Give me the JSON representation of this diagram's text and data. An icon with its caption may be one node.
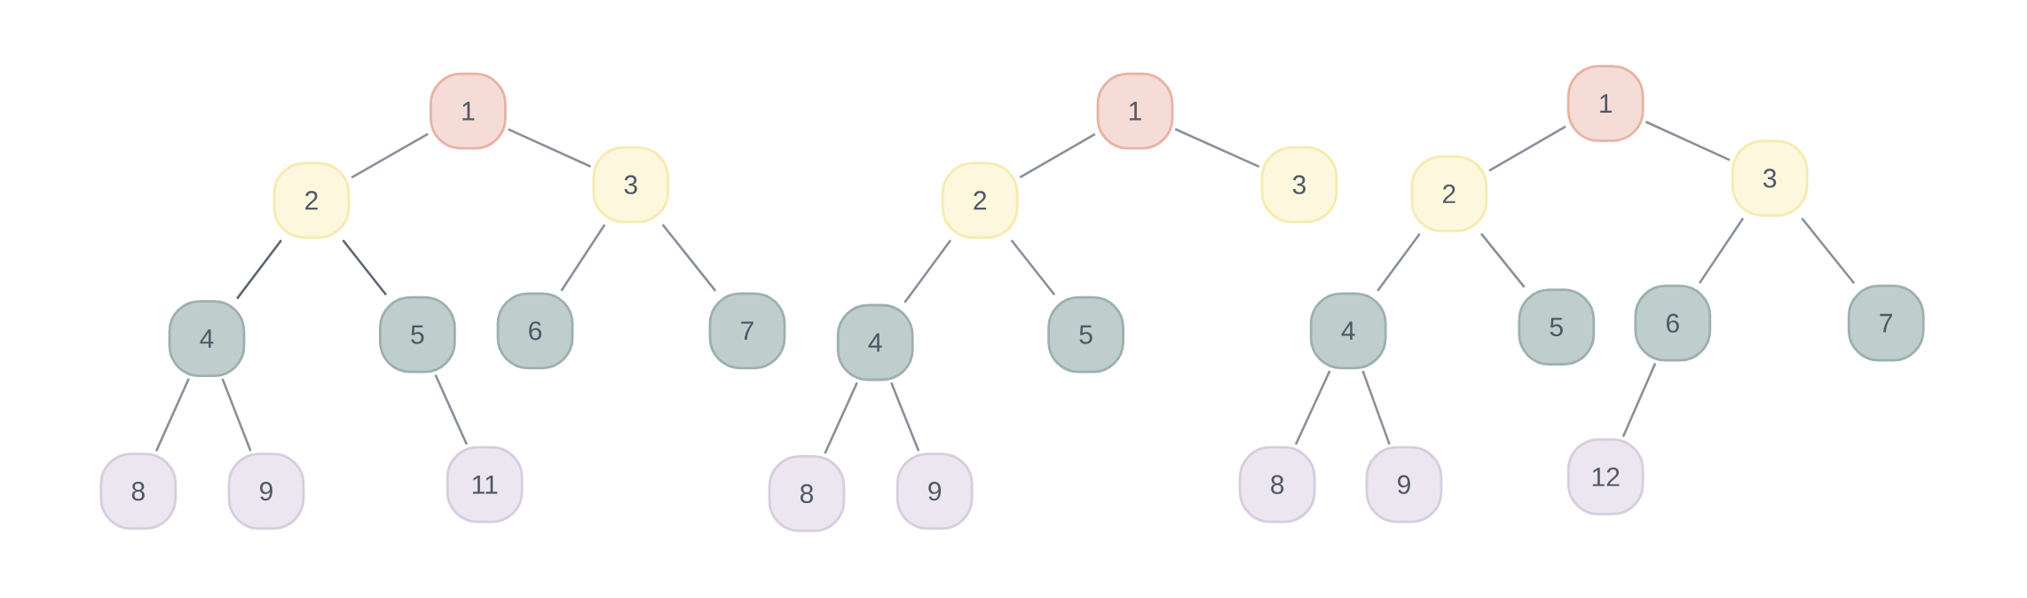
{
  "diagram": {
    "nodes": [
      {
        "text": [
          "1"
        ]
      },
      {
        "text": [
          "2"
        ]
      },
      {
        "text": [
          "3"
        ]
      },
      {
        "text": [
          "4"
        ]
      },
      {
        "text": [
          "5"
        ]
      },
      {
        "text": [
          "6"
        ]
      },
      {
        "text": [
          "7"
        ]
      },
      {
        "text": [
          "8"
        ]
      },
      {
        "text": [
          "9"
        ]
      },
      {
        "text": [
          "11"
        ]
      },
      {
        "text": [
          "1"
        ]
      },
      {
        "text": [
          "2"
        ]
      },
      {
        "text": [
          "3"
        ]
      },
      {
        "text": [
          "4"
        ]
      },
      {
        "text": [
          "5"
        ]
      },
      {
        "text": [
          "8"
        ]
      },
      {
        "text": [
          "9"
        ]
      },
      {
        "text": [
          "1"
        ]
      },
      {
        "text": [
          "2"
        ]
      },
      {
        "text": [
          "3"
        ]
      },
      {
        "text": [
          "4"
        ]
      },
      {
        "text": [
          "5"
        ]
      },
      {
        "text": [
          "6"
        ]
      },
      {
        "text": [
          "7"
        ]
      },
      {
        "text": [
          "8"
        ]
      },
      {
        "text": [
          "9"
        ]
      },
      {
        "text": [
          "12"
        ]
      }
    ],
    "edges": [
      {
        "from": 0,
        "to": 1,
        "arrow": "none"
      },
      {
        "from": 0,
        "to": 2,
        "arrow": "none"
      },
      {
        "from": 1,
        "to": 3,
        "arrow": "none",
        "color": "#5f6672"
      },
      {
        "from": 1,
        "to": 4,
        "arrow": "none",
        "color": "#5f6672"
      },
      {
        "from": 2,
        "to": 5,
        "arrow": "none"
      },
      {
        "from": 2,
        "to": 6,
        "arrow": "none"
      },
      {
        "from": 3,
        "to": 7,
        "arrow": "none"
      },
      {
        "from": 3,
        "to": 8,
        "arrow": "none"
      },
      {
        "from": 4,
        "to": 9,
        "arrow": "none"
      },
      {
        "from": 10,
        "to": 11,
        "arrow": "none"
      },
      {
        "from": 10,
        "to": 12,
        "arrow": "none"
      },
      {
        "from": 11,
        "to": 13,
        "arrow": "none"
      },
      {
        "from": 11,
        "to": 14,
        "arrow": "none"
      },
      {
        "from": 13,
        "to": 15,
        "arrow": "none"
      },
      {
        "from": 13,
        "to": 16,
        "arrow": "none"
      },
      {
        "from": 17,
        "to": 18,
        "arrow": "none"
      },
      {
        "from": 17,
        "to": 19,
        "arrow": "none"
      },
      {
        "from": 18,
        "to": 20,
        "arrow": "none"
      },
      {
        "from": 18,
        "to": 21,
        "arrow": "none"
      },
      {
        "from": 19,
        "to": 22,
        "arrow": "none"
      },
      {
        "from": 19,
        "to": 23,
        "arrow": "none"
      },
      {
        "from": 20,
        "to": 24,
        "arrow": "none"
      },
      {
        "from": 20,
        "to": 25,
        "arrow": "none"
      },
      {
        "from": 22,
        "to": 26,
        "arrow": "none"
      }
    ]
  }
}
